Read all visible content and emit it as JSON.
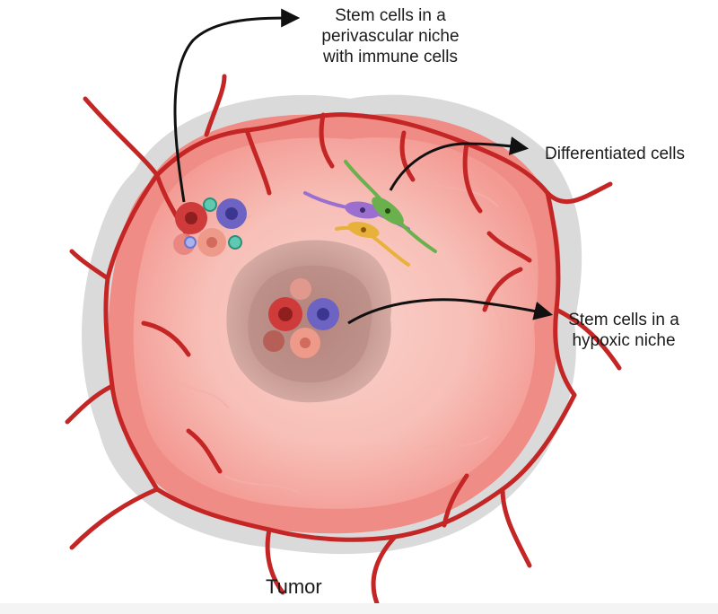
{
  "labels": {
    "perivascular_line1": "Stem cells in a",
    "perivascular_line2": "perivascular niche",
    "perivascular_line3": "with immune cells",
    "differentiated": "Differentiated cells",
    "hypoxic_line1": "Stem cells in a",
    "hypoxic_line2": "hypoxic niche",
    "tumor": "Tumor"
  },
  "colors": {
    "vessel": "#c42626",
    "halo": "#d9d9d9",
    "tumor_outer": "#f08c86",
    "tumor_inner": "#f8c4bd",
    "core": "#b88a82",
    "stem_cell": "#cf3a3a",
    "stem_cell_purple": "#6c63c2",
    "immune_cell": "#5fc9b2",
    "differentiated_purple": "#9b6fd0",
    "differentiated_green": "#6ab04c",
    "differentiated_yellow": "#e7b13c"
  }
}
